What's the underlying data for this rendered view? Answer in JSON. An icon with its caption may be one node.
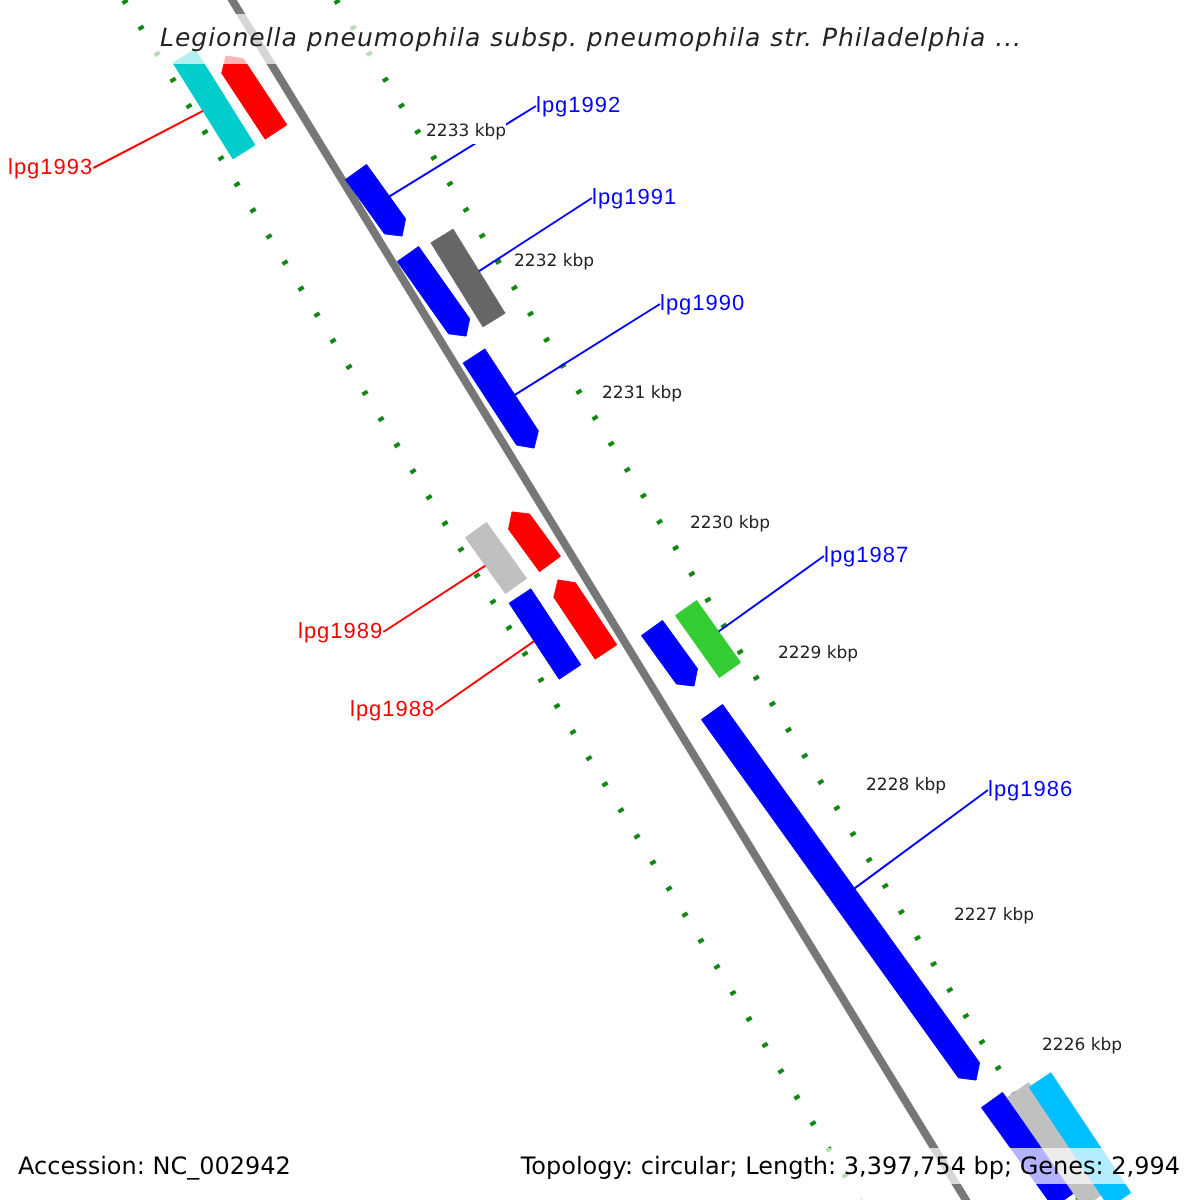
{
  "diagram": {
    "title": "Legionella pneumophila subsp. pneumophila str. Philadelphia ...",
    "nodes": [
      {
        "text": [
          "lpg1993"
        ]
      },
      {
        "text": [],
        "shape": "bar"
      },
      {
        "text": [],
        "shape": "bar"
      },
      {
        "text": [
          "lpg1992"
        ]
      },
      {
        "text": [],
        "shape": "bar"
      },
      {
        "text": [
          "lpg1991"
        ]
      },
      {
        "text": [],
        "shape": "bar"
      },
      {
        "text": [],
        "shape": "bar"
      },
      {
        "text": [
          "lpg1990"
        ]
      },
      {
        "text": [],
        "shape": "bar"
      },
      {
        "text": [],
        "shape": "bar"
      },
      {
        "text": [],
        "shape": "bar"
      },
      {
        "text": [
          "lpg1989"
        ]
      },
      {
        "text": [],
        "shape": "bar"
      },
      {
        "text": [],
        "shape": "bar"
      },
      {
        "text": [
          "lpg1988"
        ]
      },
      {
        "text": [
          "lpg1987"
        ]
      },
      {
        "text": [],
        "shape": "bar"
      },
      {
        "text": [],
        "shape": "bar"
      },
      {
        "text": [
          "lpg1986"
        ]
      },
      {
        "text": [],
        "shape": "bar"
      },
      {
        "text": [],
        "shape": "bar"
      },
      {
        "text": [],
        "shape": "bar"
      },
      {
        "text": [],
        "shape": "bar"
      }
    ],
    "edges": [
      {
        "from": 0,
        "to": 1,
        "arrow": "none",
        "color": "#ff0000"
      },
      {
        "from": 3,
        "to": 4,
        "arrow": "none"
      },
      {
        "from": 5,
        "to": 6,
        "arrow": "none"
      },
      {
        "from": 8,
        "to": 9,
        "arrow": "none"
      },
      {
        "from": 12,
        "to": 10,
        "arrow": "none",
        "color": "#ff0000"
      },
      {
        "from": 15,
        "to": 13,
        "arrow": "none",
        "color": "#ff0000"
      },
      {
        "from": 16,
        "to": 18,
        "arrow": "none"
      },
      {
        "from": 19,
        "to": 20,
        "arrow": "none"
      }
    ],
    "labels": [
      "2233 kbp",
      "2232 kbp",
      "2231 kbp",
      "2230 kbp",
      "2229 kbp",
      "2228 kbp",
      "2227 kbp",
      "2226 kbp",
      "Accession: NC_002942",
      "Topology: circular; Length: 3,397,754 bp; Genes: 2,994"
    ]
  }
}
